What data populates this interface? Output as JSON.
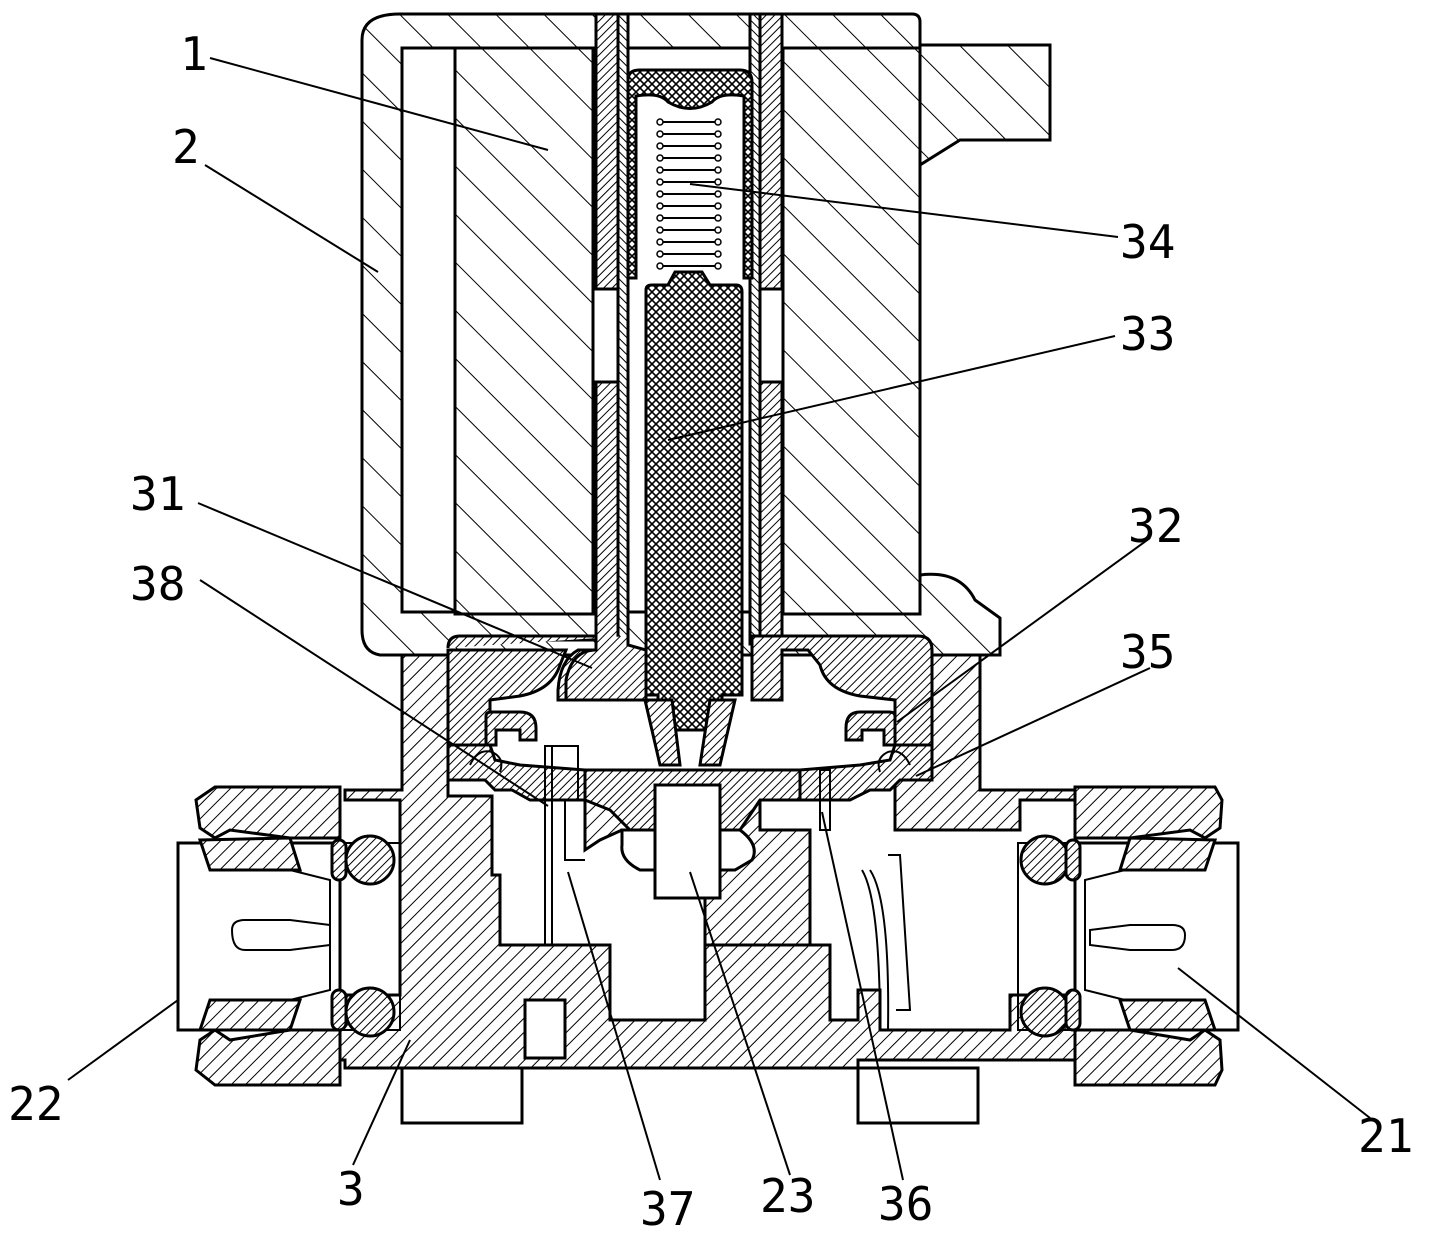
{
  "diagram": {
    "labels": {
      "l1": "1",
      "l2": "2",
      "l3": "3",
      "l21": "21",
      "l22": "22",
      "l23": "23",
      "l31": "31",
      "l32": "32",
      "l33": "33",
      "l34": "34",
      "l35": "35",
      "l36": "36",
      "l37": "37",
      "l38": "38"
    }
  }
}
